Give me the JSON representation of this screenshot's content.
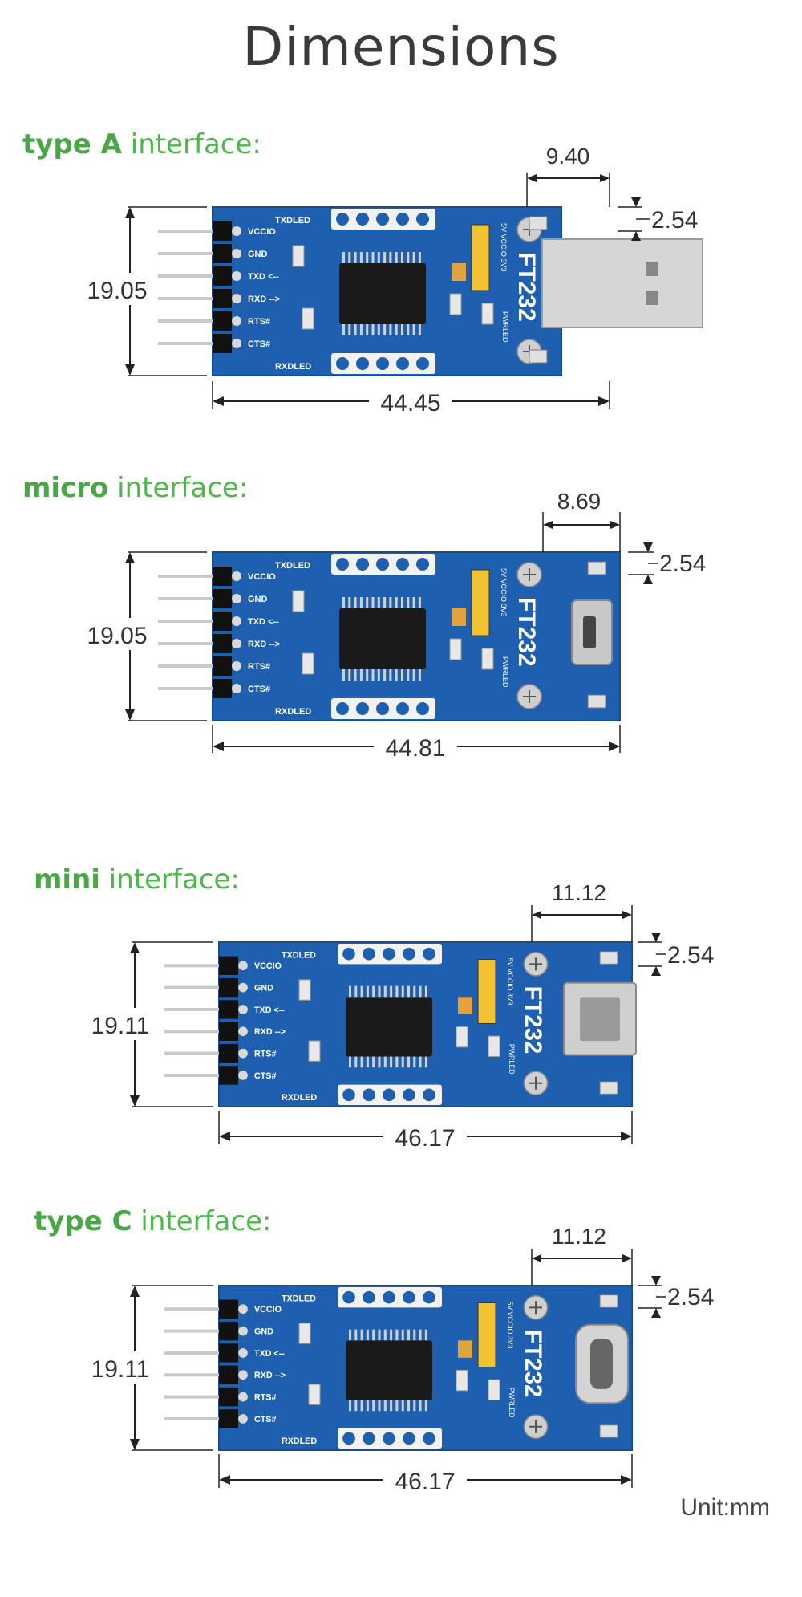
{
  "title": "Dimensions",
  "unit_label": "Unit:mm",
  "pin_labels": [
    "VCCIO",
    "GND",
    "TXD <--",
    "RXD -->",
    "RTS#",
    "CTS#"
  ],
  "board_text": {
    "chip_name": "FT232",
    "txd_led": "TXDLED",
    "rxd_led": "RXDLED",
    "pwr_led": "PWRLED",
    "jumper": "5V VCCIO 3V3"
  },
  "sections": [
    {
      "type": "type A",
      "suffix": " interface:",
      "connector": "usb-a",
      "height": "19.05",
      "length": "44.45",
      "conn_width": "9.40",
      "offset": "2.54"
    },
    {
      "type": "micro",
      "suffix": " interface:",
      "connector": "micro-usb",
      "height": "19.05",
      "length": "44.81",
      "conn_width": "8.69",
      "offset": "2.54"
    },
    {
      "type": "mini",
      "suffix": " interface:",
      "connector": "mini-usb",
      "height": "19.11",
      "length": "46.17",
      "conn_width": "11.12",
      "offset": "2.54"
    },
    {
      "type": "type C",
      "suffix": " interface:",
      "connector": "usb-c",
      "height": "19.11",
      "length": "46.17",
      "conn_width": "11.12",
      "offset": "2.54"
    }
  ]
}
